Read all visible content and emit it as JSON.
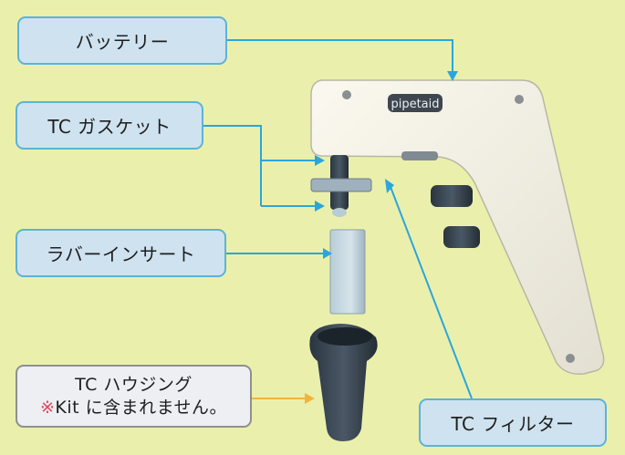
{
  "diagram": {
    "background": "#eaf0ab",
    "accent_line": "#2ba6dd",
    "accent_orange": "#f2b33d",
    "product_logo": "pipetaid",
    "labels": {
      "battery": "バッテリー",
      "tc_gasket": "TC ガスケット",
      "rubber_insert": "ラバーインサート",
      "tc_housing_title": "TC ハウジング",
      "tc_housing_note_mark": "※",
      "tc_housing_note": "Kit に含まれません。",
      "tc_filter": "TC フィルター"
    }
  }
}
